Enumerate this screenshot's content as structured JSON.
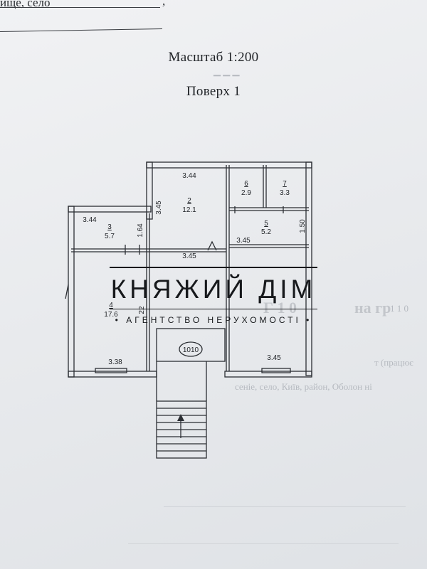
{
  "header": {
    "top_fragment": "ище, село",
    "top_comma": ","
  },
  "titles": {
    "scale": "Масштаб 1:200",
    "floor": "Поверх 1"
  },
  "plan": {
    "dimensions": {
      "d_3_44_top": "3.44",
      "d_3_45_vert": "3.45",
      "d_3_44_left": "3.44",
      "d_1_64": "1.64",
      "d_3_45_mid": "3.45",
      "d_3_45_right": "3.45",
      "d_1_50": "1.50",
      "d_22": "22",
      "d_3_38": "3.38",
      "d_3_45_bottom": "3.45"
    },
    "rooms": [
      {
        "num": "2",
        "area": "12.1"
      },
      {
        "num": "3",
        "area": "5.7"
      },
      {
        "num": "4",
        "area": "17.6"
      },
      {
        "num": "5",
        "area": "5.2"
      },
      {
        "num": "6",
        "area": "2.9"
      },
      {
        "num": "7",
        "area": "3.3"
      }
    ],
    "stamp": "1010"
  },
  "logo": {
    "name": "КНЯЖИЙ ДІМ",
    "tagline": "АГЕНТСТВО НЕРУХОМОСТІ"
  },
  "watermarks": {
    "row1_right": "на гр",
    "row1_right2": "1 1 0",
    "row2_left": "т (працює",
    "row2_right": "сеніе, село, Київ, район, Оболон ні",
    "mid_label": "Г 1 0"
  },
  "colors": {
    "ink": "#2b2e33",
    "paper": "#eceef1",
    "logo": "#17191c"
  }
}
